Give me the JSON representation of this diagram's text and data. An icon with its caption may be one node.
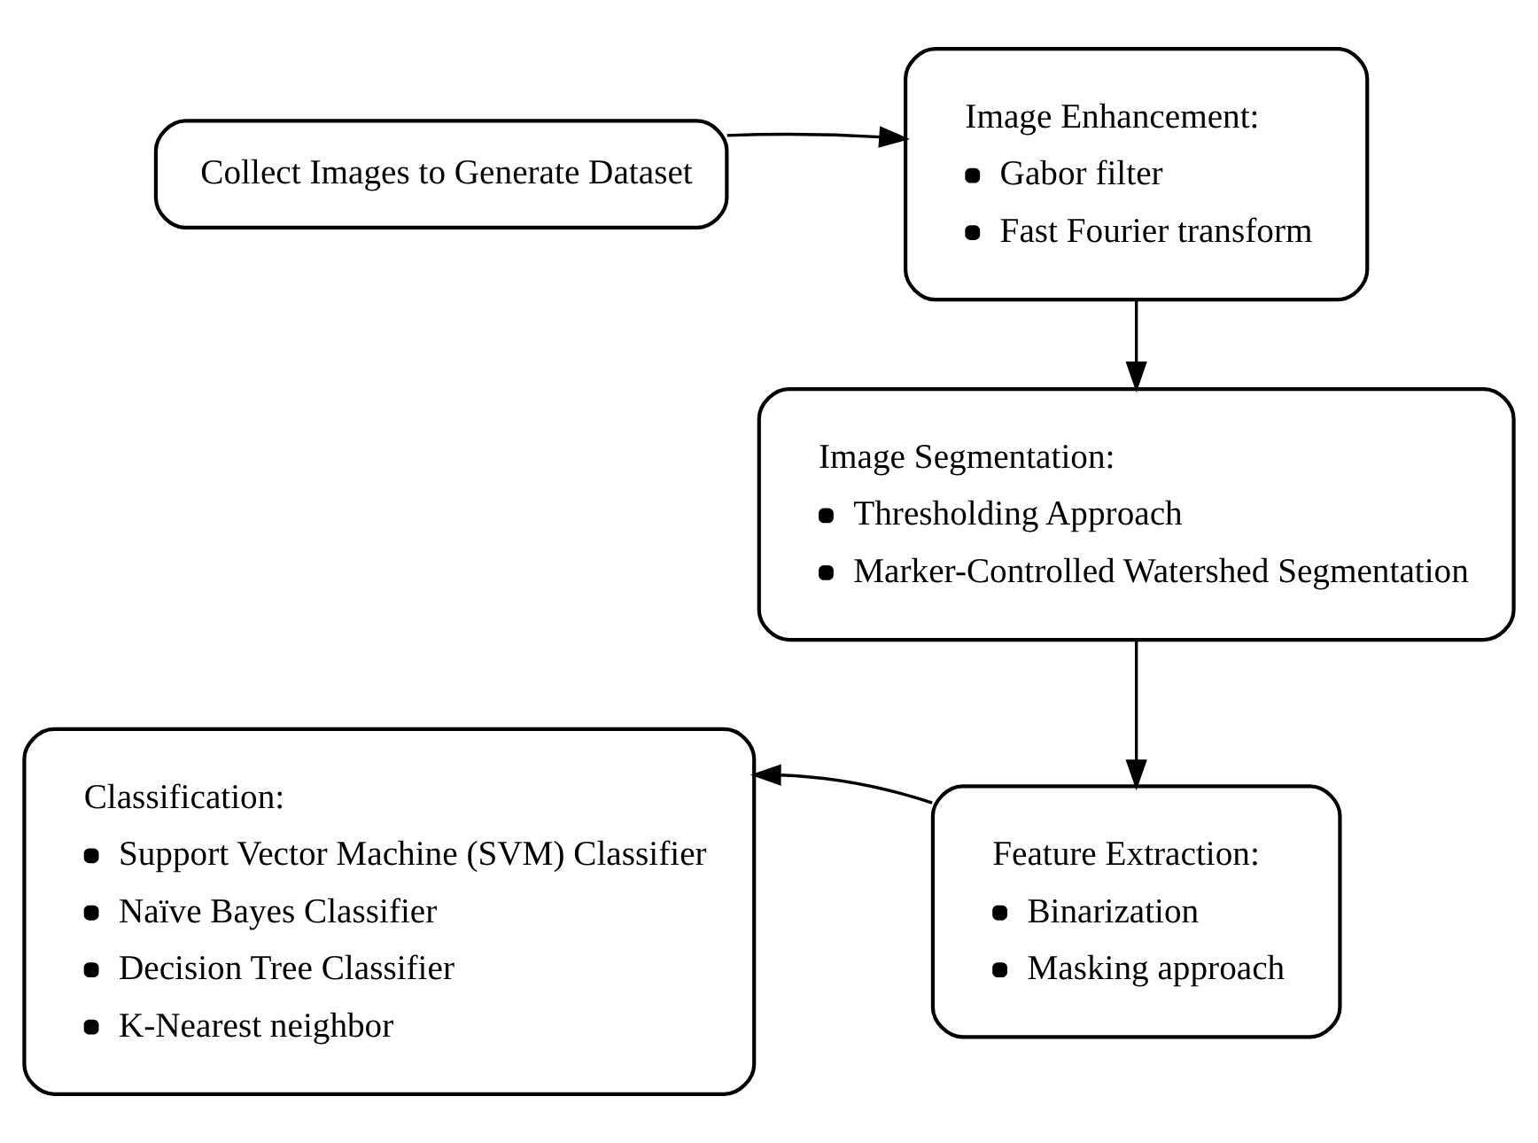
{
  "diagram": {
    "nodes": [
      {
        "text": [
          "Collect Images to Generate Dataset"
        ]
      },
      {
        "text": [
          "Image Enhancement:",
          "Gabor filter",
          "Fast Fourier transform"
        ]
      },
      {
        "text": [
          "Image Segmentation:",
          "Thresholding Approach",
          "Marker-Controlled Watershed Segmentation"
        ]
      },
      {
        "text": [
          "Classification:",
          "Support Vector Machine (SVM) Classifier",
          "Naïve Bayes Classifier",
          "Decision Tree Classifier",
          "K-Nearest neighbor"
        ]
      },
      {
        "text": [
          "Feature Extraction:",
          "Binarization",
          "Masking approach"
        ]
      }
    ],
    "edges": [
      {
        "from": 0,
        "to": 1,
        "arrow": "to"
      },
      {
        "from": 1,
        "to": 2,
        "arrow": "to"
      },
      {
        "from": 2,
        "to": 4,
        "arrow": "to"
      },
      {
        "from": 4,
        "to": 3,
        "arrow": "to"
      }
    ]
  }
}
